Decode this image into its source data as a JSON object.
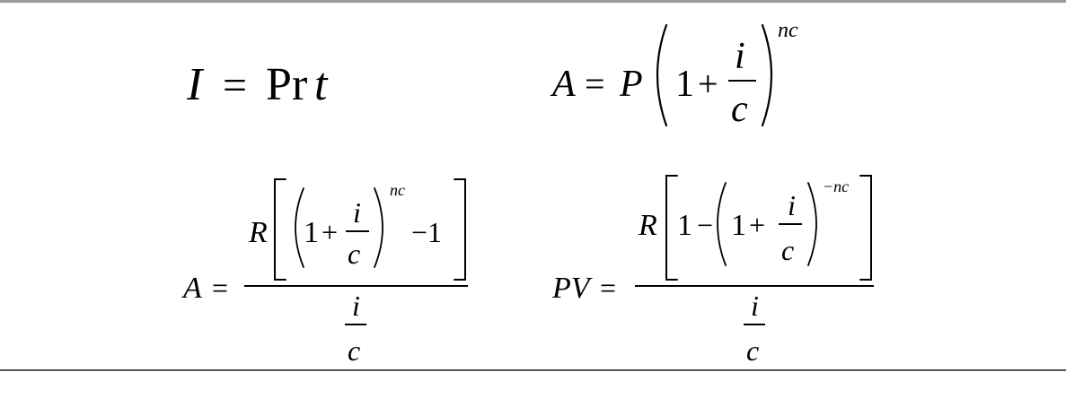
{
  "formulas": {
    "simple_interest": {
      "lhs": "I",
      "eq": "=",
      "p": "P",
      "r": "r",
      "t": "t"
    },
    "compound_amount": {
      "lhs": "A",
      "eq": "=",
      "p": "P",
      "one": "1",
      "plus": "+",
      "i": "i",
      "c": "c",
      "exp": "nc"
    },
    "annuity_amount": {
      "lhs": "A",
      "eq": "=",
      "r": "R",
      "one": "1",
      "plus": "+",
      "i": "i",
      "c": "c",
      "exp": "nc",
      "minus_one": "−1",
      "den_i": "i",
      "den_c": "c"
    },
    "present_value": {
      "lhs": "PV",
      "eq": "=",
      "r": "R",
      "one": "1",
      "minus": "−",
      "one_inner": "1",
      "plus": "+",
      "i": "i",
      "c": "c",
      "exp": "−nc",
      "den_i": "i",
      "den_c": "c"
    }
  }
}
